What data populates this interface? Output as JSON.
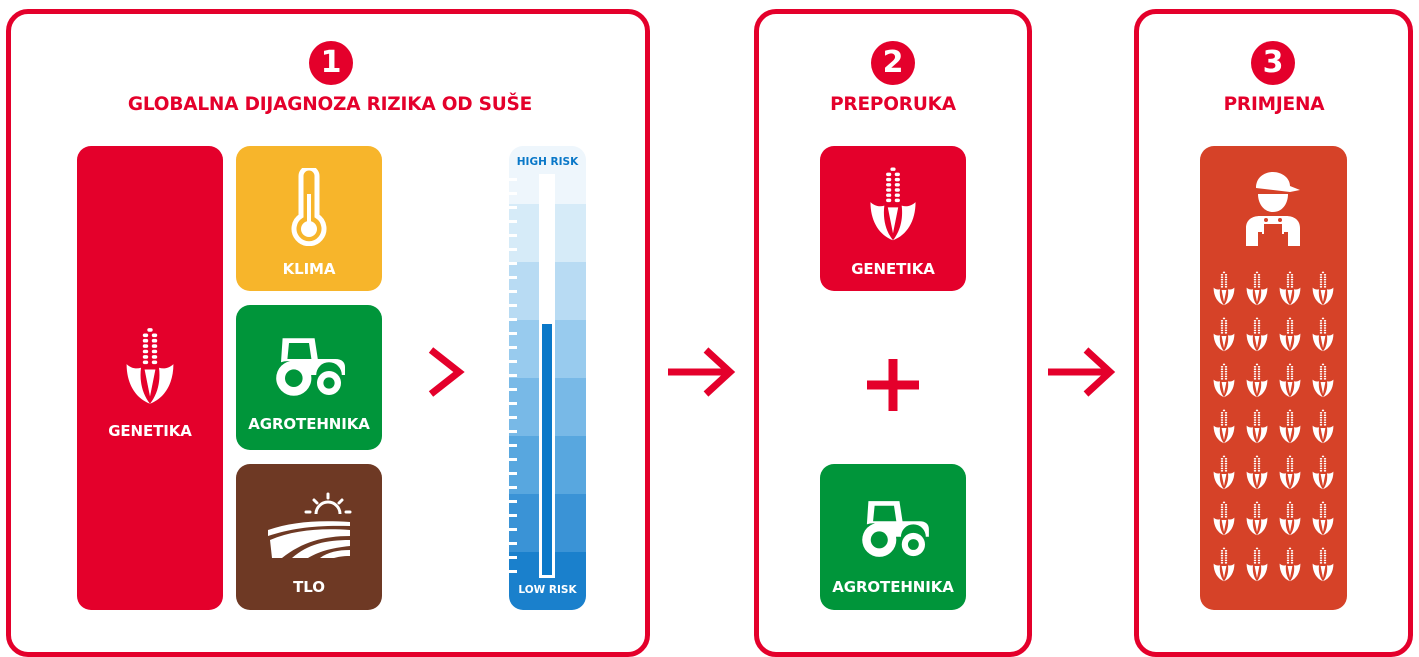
{
  "colors": {
    "red": "#e4002b",
    "yellow": "#f7b52b",
    "green": "#00953a",
    "brown": "#6e3924",
    "orange": "#d64228",
    "blue": "#0a78c8"
  },
  "steps": [
    {
      "number": "1",
      "title": "GLOBALNA DIJAGNOZA RIZIKA OD SUŠE",
      "tiles": [
        {
          "label": "GENETIKA",
          "icon": "corn-icon"
        },
        {
          "label": "KLIMA",
          "icon": "thermometer-icon"
        },
        {
          "label": "AGROTEHNIKA",
          "icon": "tractor-icon"
        },
        {
          "label": "TLO",
          "icon": "field-sun-icon"
        }
      ],
      "risk_scale": {
        "high_label": "HIGH RISK",
        "low_label": "LOW RISK",
        "level_fraction": 0.7
      }
    },
    {
      "number": "2",
      "title": "PREPORUKA",
      "tiles": [
        {
          "label": "GENETIKA",
          "icon": "corn-icon"
        },
        {
          "label": "AGROTEHNIKA",
          "icon": "tractor-icon"
        }
      ],
      "operator": "+"
    },
    {
      "number": "3",
      "title": "PRIMJENA",
      "tile": {
        "icon": "farmer-icon",
        "corn_rows": 7,
        "corn_cols": 4
      }
    }
  ],
  "connectors": [
    "arrow-right-icon",
    "arrow-right-icon"
  ],
  "inner_arrow": "chevron-right-icon"
}
